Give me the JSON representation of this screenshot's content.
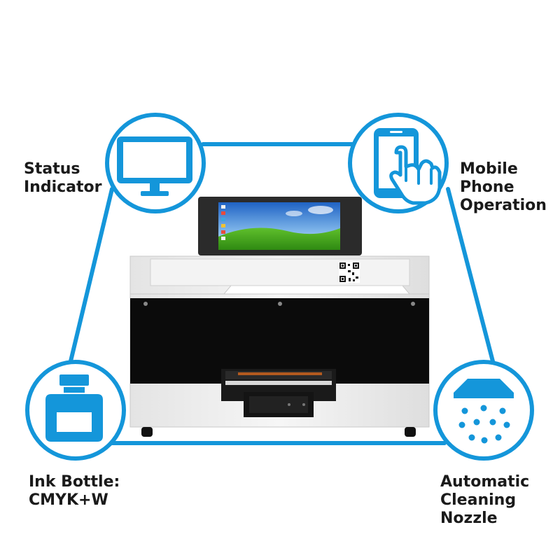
{
  "accent_color": "#1496da",
  "features": {
    "status": {
      "label_lines": [
        "Status",
        "Indicator"
      ],
      "icon": "monitor-icon"
    },
    "mobile": {
      "label_lines": [
        "Mobile",
        "Phone",
        "Operation"
      ],
      "icon": "phone-touch-icon"
    },
    "ink": {
      "label_lines": [
        "Ink Bottle:",
        "CMYK+W"
      ],
      "icon": "ink-bottle-icon"
    },
    "cleaning": {
      "label_lines": [
        "Automatic",
        "Cleaning",
        "Nozzle"
      ],
      "icon": "spray-nozzle-icon"
    }
  },
  "product": {
    "image": "uv-printer-with-touchscreen"
  }
}
